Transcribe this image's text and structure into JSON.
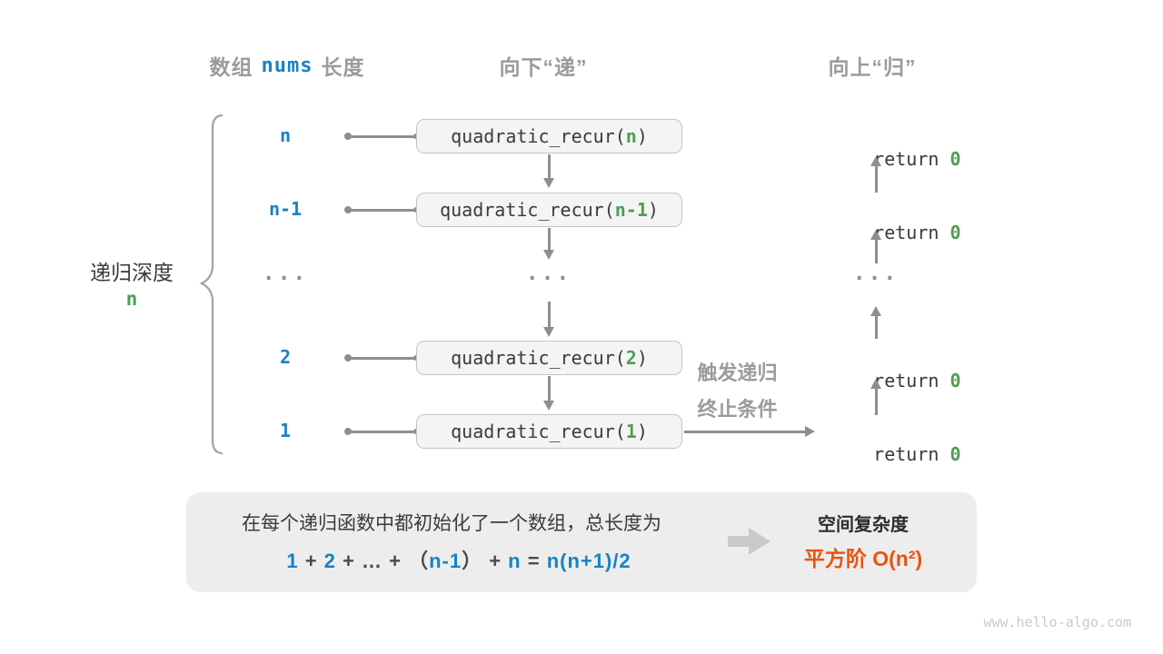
{
  "colors": {
    "blue": "#1583c5",
    "green": "#4f9e52",
    "orange": "#e8540e",
    "gray_label": "#9b9b9b",
    "dark_text": "#3a3a3a",
    "arrow_gray": "#8e8e8e",
    "box_fill": "#f4f4f4",
    "panel_fill": "#ededed"
  },
  "headers": {
    "sizes_prefix": "数组",
    "sizes_var": "nums",
    "sizes_suffix": "长度",
    "descend": "向下“递”",
    "ascend": "向上“归”"
  },
  "depth": {
    "label": "递归深度",
    "value": "n"
  },
  "call": {
    "prefix": "quadratic_recur(",
    "suffix": ")"
  },
  "ret": {
    "keyword": "return ",
    "value": "0"
  },
  "rows": [
    {
      "size": "n",
      "arg": "n"
    },
    {
      "size": "n-1",
      "arg": "n-1"
    },
    {
      "ellipsis": "..."
    },
    {
      "size": "2",
      "arg": "2"
    },
    {
      "size": "1",
      "arg": "1"
    }
  ],
  "trigger": {
    "line1": "触发递归",
    "line2": "终止条件"
  },
  "summary": {
    "description": "在每个递归函数中都初始化了一个数组，总长度为",
    "formula": {
      "t1": "1",
      "t2": " + ",
      "t3": "2",
      "t4": " + ",
      "t5": "…",
      "t6": " + ",
      "t7": "（",
      "t8": "n-1",
      "t9": "）",
      "t10": " + ",
      "t11": "n",
      "t12": " = ",
      "t13": "n(n+1)/2"
    },
    "complexity_label": "空间复杂度",
    "complexity_value": "平方阶 O(n²)"
  },
  "watermark": "www.hello-algo.com"
}
